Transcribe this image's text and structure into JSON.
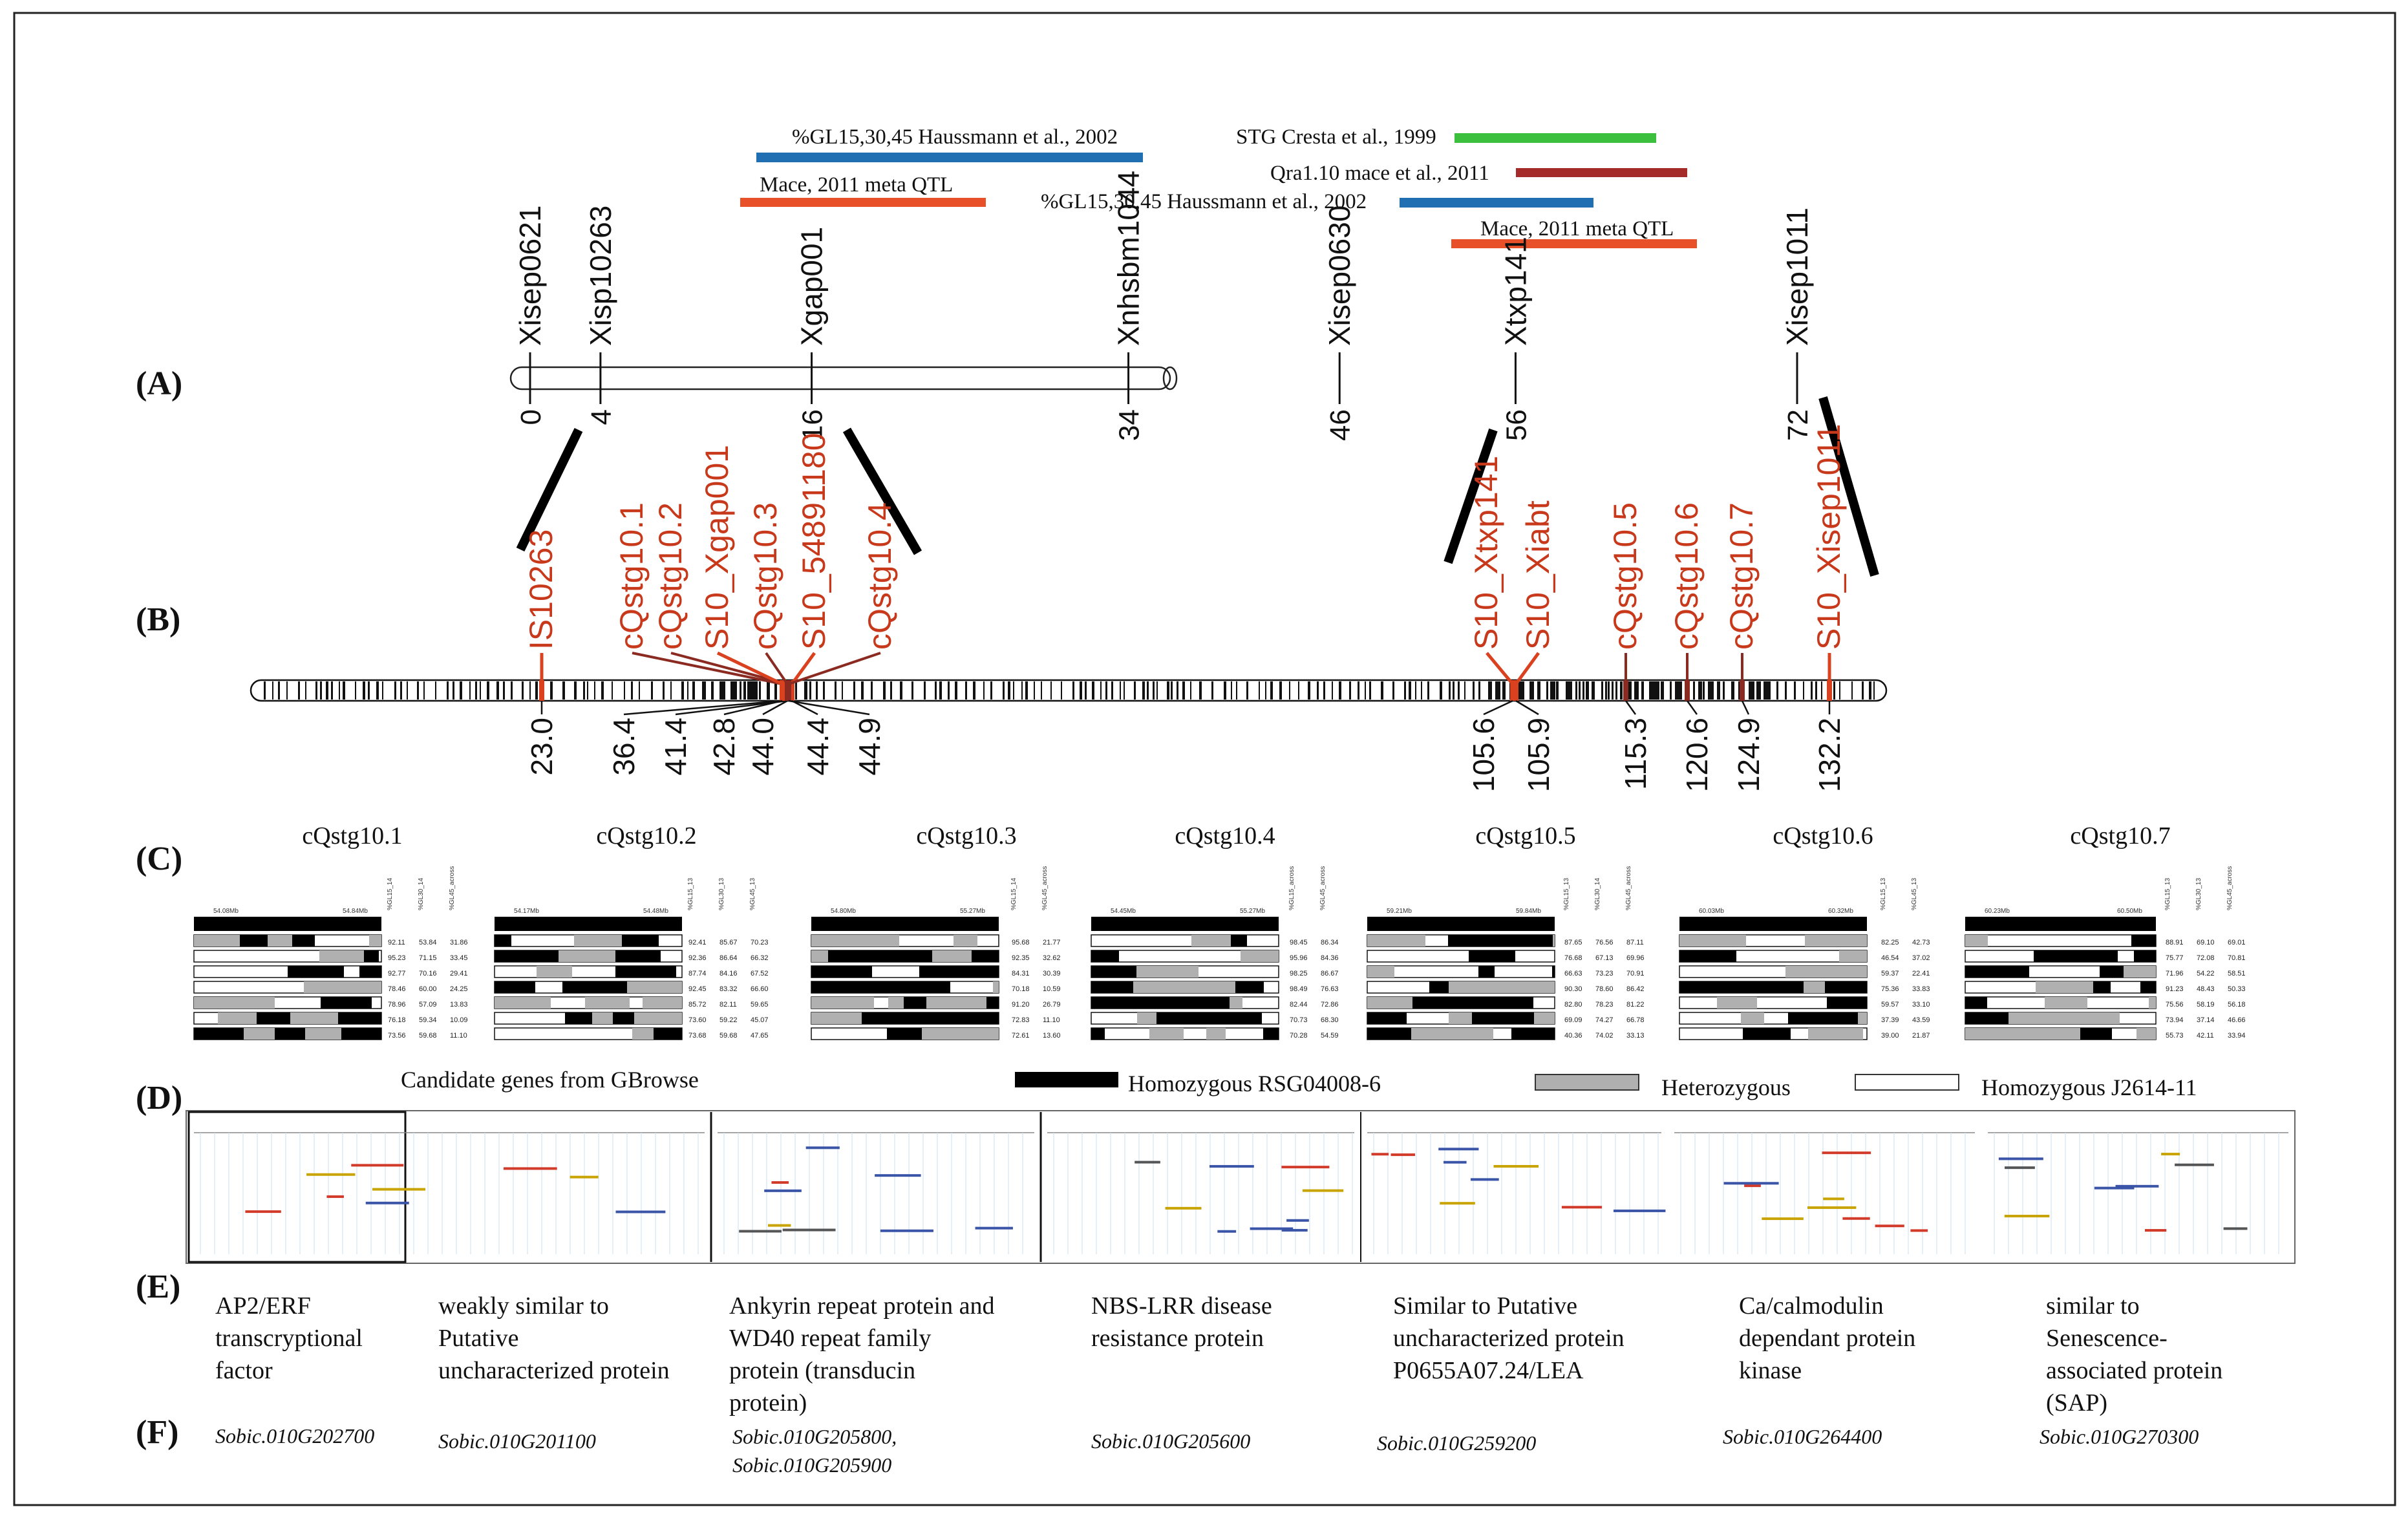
{
  "panel_labels": [
    "(A)",
    "(B)",
    "(C)",
    "(D)",
    "(E)",
    "(F)"
  ],
  "qtl_bars": [
    {
      "label": "%GL15,30,45 Haussmann et al., 2002",
      "color": "#1f6fb2"
    },
    {
      "label": "Mace,  2011 meta QTL",
      "color": "#e8502a"
    },
    {
      "label": "STG Cresta et al., 1999",
      "color": "#3cbf3c"
    },
    {
      "label": "Qra1.10 mace et al., 2011",
      "color": "#a52a2a"
    },
    {
      "label": "%GL15,30,45 Haussmann et al., 2002",
      "color": "#1f6fb2"
    },
    {
      "label": "Mace,  2011 meta QTL",
      "color": "#e8502a"
    }
  ],
  "linkage_map": {
    "markers": [
      {
        "name": "Xisep0621",
        "pos": "0",
        "cm": 0
      },
      {
        "name": "Xisp10263",
        "pos": "4",
        "cm": 4
      },
      {
        "name": "Xgap001",
        "pos": "16",
        "cm": 16
      },
      {
        "name": "Xnhsbm1044",
        "pos": "34",
        "cm": 34
      },
      {
        "name": "Xisep0630",
        "pos": "46",
        "cm": 46
      },
      {
        "name": "Xtxp141",
        "pos": "56",
        "cm": 56
      },
      {
        "name": "Xisep1011",
        "pos": "72",
        "cm": 72
      }
    ],
    "max_cm": 72
  },
  "physical_map": {
    "markers": [
      {
        "name": "IS10263",
        "pos": "23.0",
        "mb": 23.0
      },
      {
        "name": "cQstg10.1",
        "pos": "36.4",
        "mb": 36.4
      },
      {
        "name": "cQstg10.2",
        "pos": "41.4",
        "mb": 41.4
      },
      {
        "name": "S10_Xgap001",
        "pos": "42.8",
        "mb": 42.8
      },
      {
        "name": "cQstg10.3",
        "pos": "44.0",
        "mb": 44.0
      },
      {
        "name": "S10_54891180",
        "pos": "44.4",
        "mb": 44.4
      },
      {
        "name": "cQstg10.4",
        "pos": "44.9",
        "mb": 44.9
      },
      {
        "name": "S10_Xtxp141",
        "pos": "105.6",
        "mb": 105.6
      },
      {
        "name": "S10_Xiabt",
        "pos": "105.9",
        "mb": 105.9
      },
      {
        "name": "cQstg10.5",
        "pos": "115.3",
        "mb": 115.3
      },
      {
        "name": "cQstg10.6",
        "pos": "120.6",
        "mb": 120.6
      },
      {
        "name": "cQstg10.7",
        "pos": "124.9",
        "mb": 124.9
      },
      {
        "name": "S10_Xisep1011",
        "pos": "132.2",
        "mb": 132.2
      }
    ]
  },
  "cqstg_panels": [
    {
      "title": "cQstg10.1",
      "r0": "54.08Mb",
      "r1": "54.84Mb",
      "cols": [
        "%GL15_14",
        "%GL30_14",
        "%GL45_across"
      ],
      "rows": [
        [
          "92.11",
          "53.84",
          "31.86"
        ],
        [
          "95.23",
          "71.15",
          "33.45"
        ],
        [
          "92.77",
          "70.16",
          "29.41"
        ],
        [
          "78.46",
          "60.00",
          "24.25"
        ],
        [
          "78.96",
          "57.09",
          "13.83"
        ],
        [
          "76.18",
          "59.34",
          "10.09"
        ],
        [
          "73.56",
          "59.68",
          "11.10"
        ]
      ]
    },
    {
      "title": "cQstg10.2",
      "r0": "54.17Mb",
      "r1": "54.48Mb",
      "cols": [
        "%GL15_13",
        "%GL30_13",
        "%GL45_13"
      ],
      "rows": [
        [
          "92.41",
          "85.67",
          "70.23"
        ],
        [
          "92.36",
          "86.64",
          "66.32"
        ],
        [
          "87.74",
          "84.16",
          "67.52"
        ],
        [
          "92.45",
          "83.32",
          "66.60"
        ],
        [
          "85.72",
          "82.11",
          "59.65"
        ],
        [
          "73.60",
          "59.22",
          "45.07"
        ],
        [
          "73.68",
          "59.68",
          "47.65"
        ]
      ]
    },
    {
      "title": "cQstg10.3",
      "r0": "54.80Mb",
      "r1": "55.27Mb",
      "cols": [
        "%GL15_14",
        "%GL45_across"
      ],
      "rows": [
        [
          "95.68",
          "21.77"
        ],
        [
          "92.35",
          "32.62"
        ],
        [
          "84.31",
          "30.39"
        ],
        [
          "70.18",
          "10.59"
        ],
        [
          "91.20",
          "26.79"
        ],
        [
          "72.83",
          "11.10"
        ],
        [
          "72.61",
          "13.60"
        ]
      ]
    },
    {
      "title": "cQstg10.4",
      "r0": "54.45Mb",
      "r1": "55.27Mb",
      "cols": [
        "%GL15_across",
        "%GL45_across"
      ],
      "rows": [
        [
          "98.45",
          "86.34"
        ],
        [
          "95.96",
          "84.36"
        ],
        [
          "98.25",
          "86.67"
        ],
        [
          "98.49",
          "76.63"
        ],
        [
          "82.44",
          "72.86"
        ],
        [
          "70.73",
          "68.30"
        ],
        [
          "70.28",
          "54.59"
        ]
      ]
    },
    {
      "title": "cQstg10.5",
      "r0": "59.21Mb",
      "r1": "59.84Mb",
      "cols": [
        "%GL15_13",
        "%GL30_14",
        "%GL45_across"
      ],
      "rows": [
        [
          "87.65",
          "76.56",
          "87.11"
        ],
        [
          "76.68",
          "67.13",
          "69.96"
        ],
        [
          "66.63",
          "73.23",
          "70.91"
        ],
        [
          "90.30",
          "78.60",
          "86.42"
        ],
        [
          "82.80",
          "78.23",
          "81.22"
        ],
        [
          "69.09",
          "74.27",
          "66.78"
        ],
        [
          "40.36",
          "74.02",
          "33.13"
        ]
      ]
    },
    {
      "title": "cQstg10.6",
      "r0": "60.03Mb",
      "r1": "60.32Mb",
      "cols": [
        "%GL15_13",
        "%GL45_13"
      ],
      "rows": [
        [
          "82.25",
          "42.73"
        ],
        [
          "46.54",
          "37.02"
        ],
        [
          "59.37",
          "22.41"
        ],
        [
          "75.36",
          "33.83"
        ],
        [
          "59.57",
          "33.10"
        ],
        [
          "37.39",
          "43.59"
        ],
        [
          "39.00",
          "21.87"
        ]
      ]
    },
    {
      "title": "cQstg10.7",
      "r0": "60.23Mb",
      "r1": "60.50Mb",
      "cols": [
        "%GL15_13",
        "%GL30_13",
        "%GL45_across"
      ],
      "rows": [
        [
          "88.91",
          "69.10",
          "69.01"
        ],
        [
          "75.77",
          "72.08",
          "70.81"
        ],
        [
          "71.96",
          "54.22",
          "58.51"
        ],
        [
          "91.23",
          "48.43",
          "50.33"
        ],
        [
          "75.56",
          "58.19",
          "56.18"
        ],
        [
          "73.94",
          "37.14",
          "46.66"
        ],
        [
          "55.73",
          "42.11",
          "33.94"
        ]
      ]
    }
  ],
  "legend": {
    "candidate_label": "Candidate genes from GBrowse",
    "items": [
      {
        "label": "Homozygous RSG04008-6",
        "color": "#000000"
      },
      {
        "label": "Heterozygous",
        "color": "#b0b0b0"
      },
      {
        "label": "Homozygous J2614-11",
        "color": "#ffffff"
      }
    ]
  },
  "gene_descriptions": [
    [
      "AP2/ERF",
      "transcryptional",
      "factor"
    ],
    [
      "weakly similar to",
      "Putative",
      "uncharacterized protein"
    ],
    [
      "Ankyrin repeat protein and",
      "WD40 repeat family",
      "protein (transducin",
      "protein)"
    ],
    [
      "NBS-LRR disease",
      "resistance protein"
    ],
    [
      "Similar to Putative",
      "uncharacterized protein",
      "P0655A07.24/LEA"
    ],
    [
      "Ca/calmodulin",
      "dependant  protein",
      "kinase"
    ],
    [
      "similar to",
      "Senescence-",
      "associated protein",
      "(SAP)"
    ]
  ],
  "gene_ids": [
    [
      "Sobic.010G202700"
    ],
    [
      "Sobic.010G201100"
    ],
    [
      "Sobic.010G205800,",
      "Sobic.010G205900"
    ],
    [
      "Sobic.010G205600"
    ],
    [
      "Sobic.010G259200"
    ],
    [
      "Sobic.010G264400"
    ],
    [
      "Sobic.010G270300"
    ]
  ]
}
